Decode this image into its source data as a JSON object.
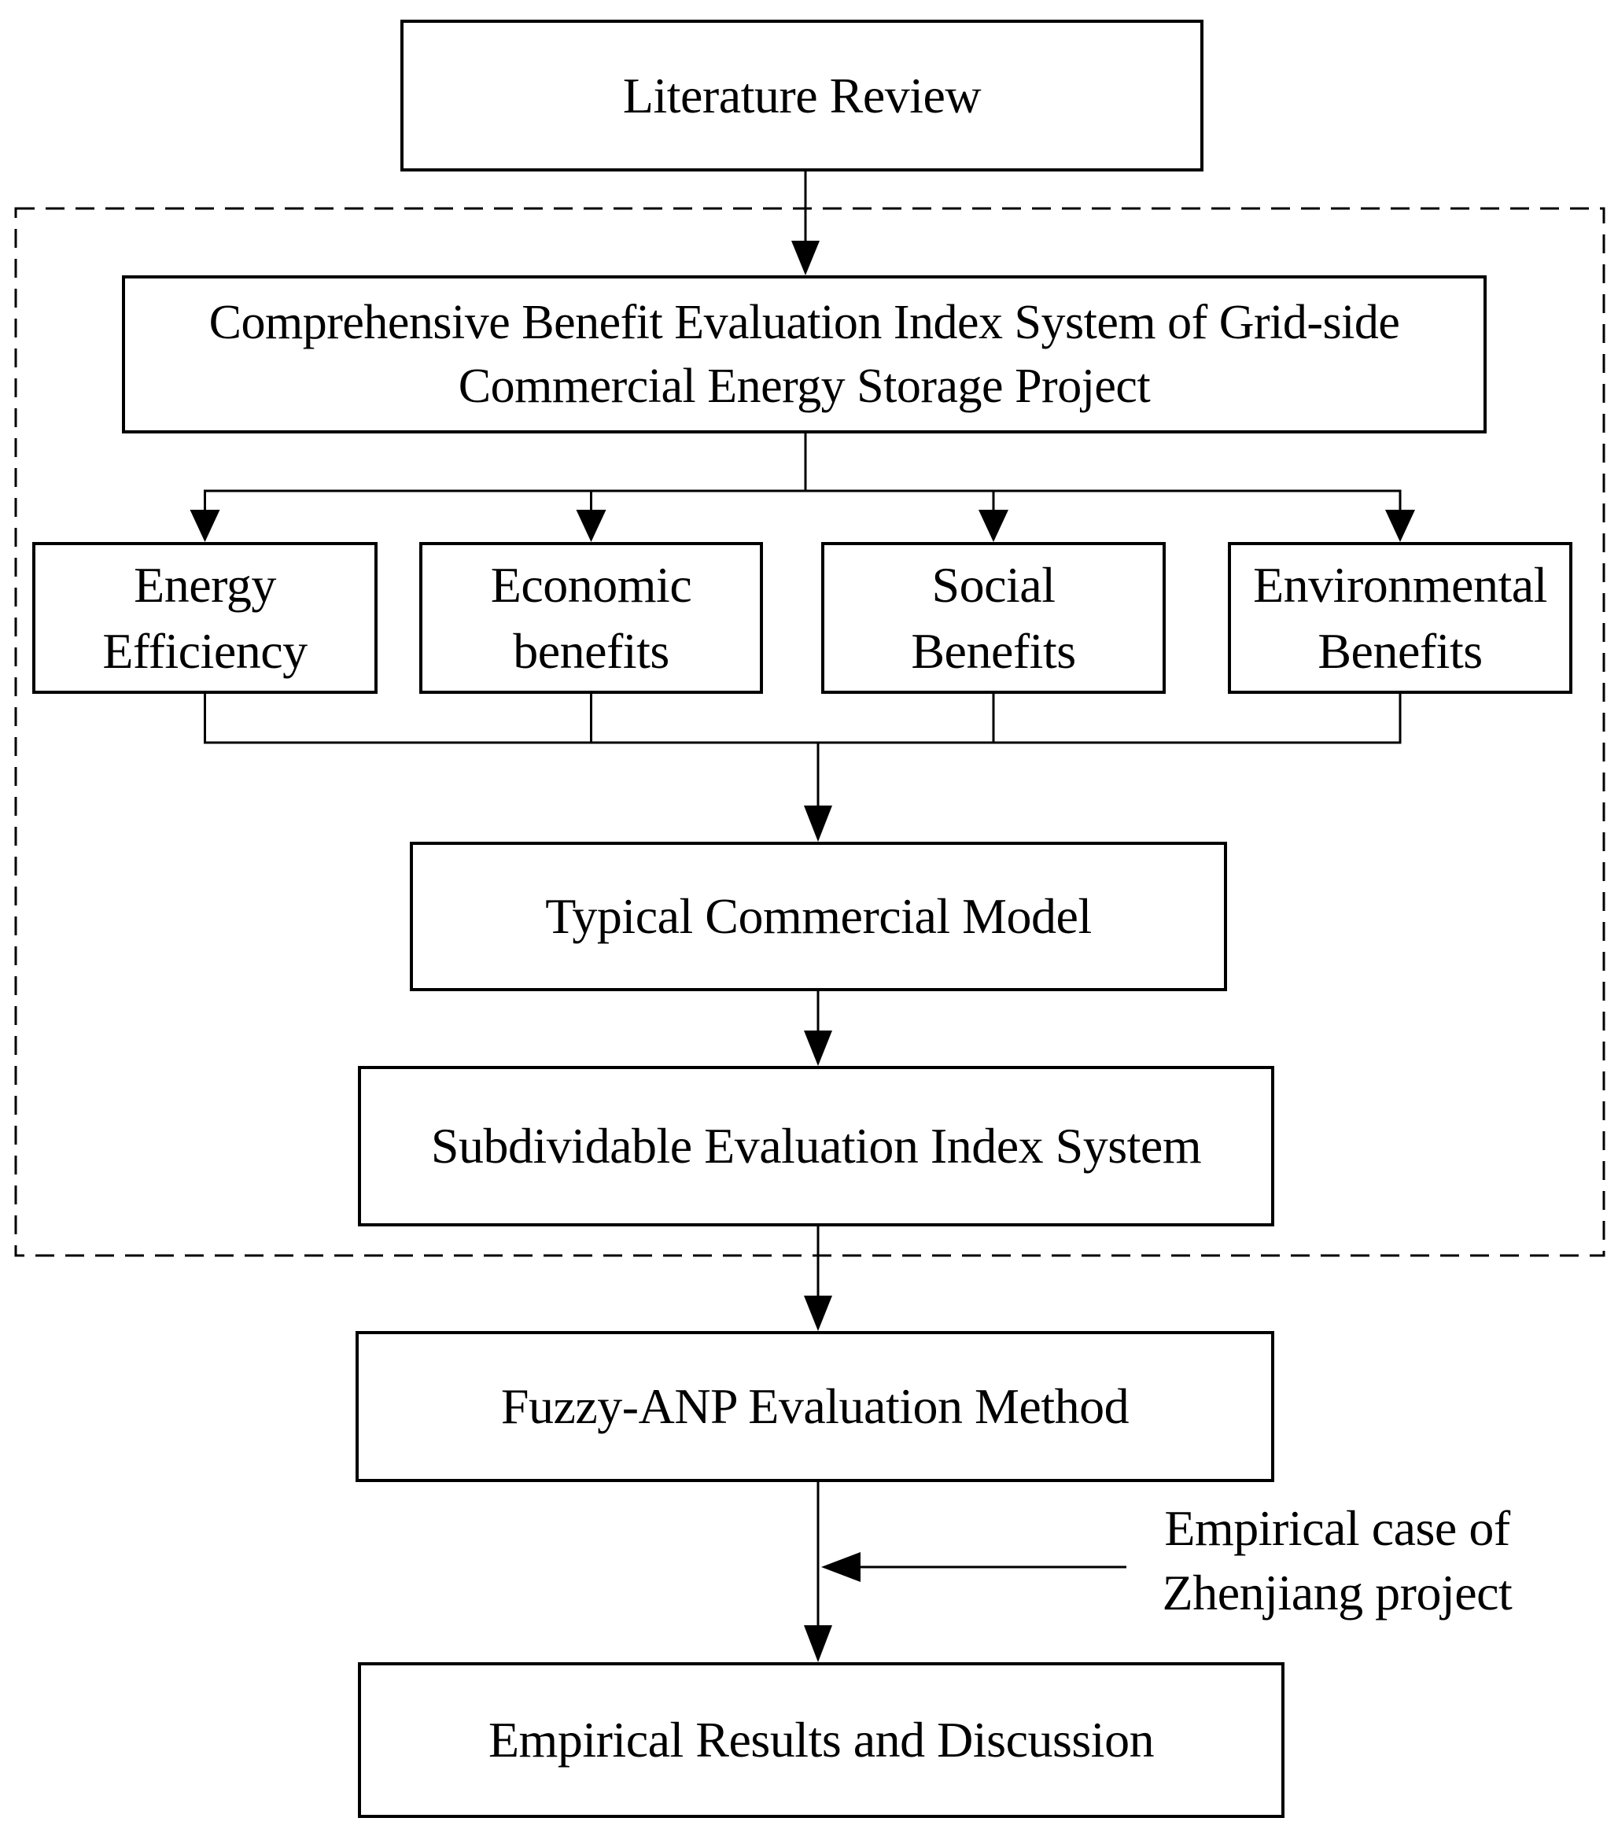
{
  "diagram": {
    "type": "flowchart",
    "colors": {
      "line": "#000000",
      "background": "#ffffff",
      "text": "#000000",
      "box_fill": "#ffffff"
    },
    "nodes": [
      {
        "id": "literature_review",
        "label": "Literature Review"
      },
      {
        "id": "comprehensive_index_system",
        "label": "Comprehensive Benefit Evaluation Index System of Grid-side\nCommercial Energy Storage Project"
      },
      {
        "id": "energy_efficiency",
        "label": "Energy\nEfficiency"
      },
      {
        "id": "economic_benefits",
        "label": "Economic\nbenefits"
      },
      {
        "id": "social_benefits",
        "label": "Social\nBenefits"
      },
      {
        "id": "environmental_benefits",
        "label": "Environmental\nBenefits"
      },
      {
        "id": "typical_commercial_model",
        "label": "Typical Commercial Model"
      },
      {
        "id": "subdividable_index_system",
        "label": "Subdividable Evaluation Index System"
      },
      {
        "id": "fuzzy_anp_method",
        "label": "Fuzzy-ANP Evaluation Method"
      },
      {
        "id": "empirical_results",
        "label": "Empirical Results and Discussion"
      }
    ],
    "annotation": {
      "id": "empirical_case_note",
      "label": "Empirical case of\nZhenjiang project",
      "points_to_edge": "fuzzy_anp_method -> empirical_results"
    },
    "edges": [
      {
        "from": "literature_review",
        "to": "comprehensive_index_system"
      },
      {
        "from": "comprehensive_index_system",
        "to": "energy_efficiency"
      },
      {
        "from": "comprehensive_index_system",
        "to": "economic_benefits"
      },
      {
        "from": "comprehensive_index_system",
        "to": "social_benefits"
      },
      {
        "from": "comprehensive_index_system",
        "to": "environmental_benefits"
      },
      {
        "from": "energy_efficiency",
        "to": "typical_commercial_model"
      },
      {
        "from": "economic_benefits",
        "to": "typical_commercial_model"
      },
      {
        "from": "social_benefits",
        "to": "typical_commercial_model"
      },
      {
        "from": "environmental_benefits",
        "to": "typical_commercial_model"
      },
      {
        "from": "typical_commercial_model",
        "to": "subdividable_index_system"
      },
      {
        "from": "subdividable_index_system",
        "to": "fuzzy_anp_method"
      },
      {
        "from": "fuzzy_anp_method",
        "to": "empirical_results"
      }
    ],
    "dashed_region_contains": [
      "comprehensive_index_system",
      "energy_efficiency",
      "economic_benefits",
      "social_benefits",
      "environmental_benefits",
      "typical_commercial_model",
      "subdividable_index_system"
    ]
  }
}
